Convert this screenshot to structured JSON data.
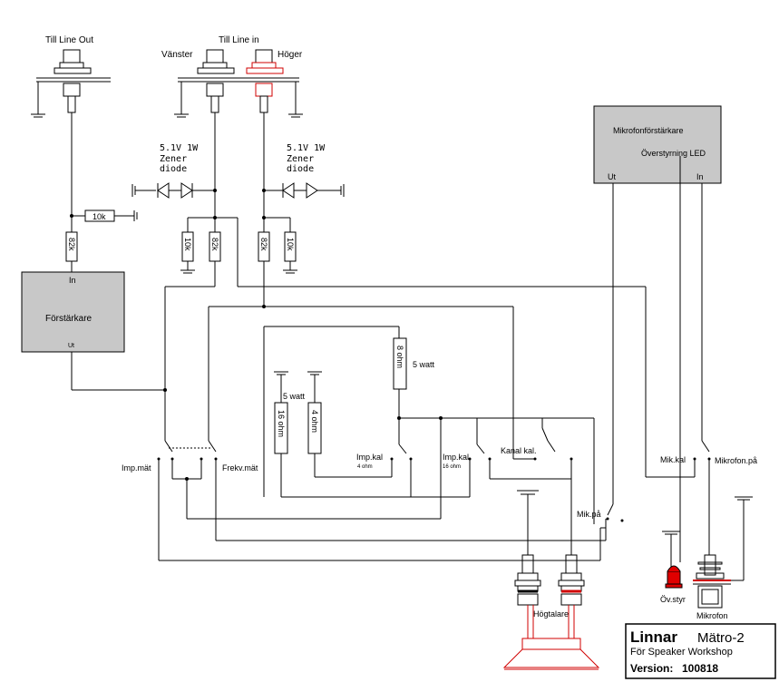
{
  "labels": {
    "till_line_out": "Till Line Out",
    "vanster": "Vänster",
    "till_line_in": "Till Line in",
    "hoger": "Höger",
    "zener_left_1": "5.1V 1W",
    "zener_left_2": "Zener",
    "zener_left_3": "diode",
    "zener_right_1": "5.1V 1W",
    "zener_right_2": "Zener",
    "zener_right_3": "diode",
    "r_10k_h": "10k",
    "r_82k_a": "82k",
    "r_10k_b": "10k",
    "r_82k_c": "82k",
    "r_82k_d": "82k",
    "r_10k_e": "10k",
    "r_8ohm": "8 ohm",
    "r_5watt_a": "5 watt",
    "r_5watt_b": "5 watt",
    "r_16ohm": "16 ohm",
    "r_4ohm": "4 ohm",
    "imp_mat": "Imp.mät",
    "frekv_mat": "Frekv.mät",
    "imp_kal_a": "Imp.kal",
    "imp_kal_a_sub": "4 ohm",
    "imp_kal_b": "Imp.kal",
    "imp_kal_b_sub": "16 ohm",
    "kanal_kal": "Kanal kal.",
    "mik_pa": "Mik.på",
    "mik_kal": "Mik.kal",
    "mikrofon_pa": "Mikrofon.på",
    "hogtalare": "Högtalare",
    "ov_styr": "Öv.styr",
    "mikrofon": "Mikrofon"
  },
  "forstarkare": {
    "title": "Förstärkare",
    "in": "In",
    "ut": "Ut"
  },
  "mikrofonforstarkare": {
    "title": "Mikrofonförstärkare",
    "led": "Överstyrning LED",
    "ut": "Ut",
    "in": "In"
  },
  "title_block": {
    "brand": "Linnar",
    "model": "Mätro-2",
    "subtitle": "För Speaker Workshop",
    "version_label": "Version:",
    "version_value": "100818"
  },
  "colors": {
    "red_wire": "#d00000",
    "box_fill": "#c8c8c8"
  }
}
